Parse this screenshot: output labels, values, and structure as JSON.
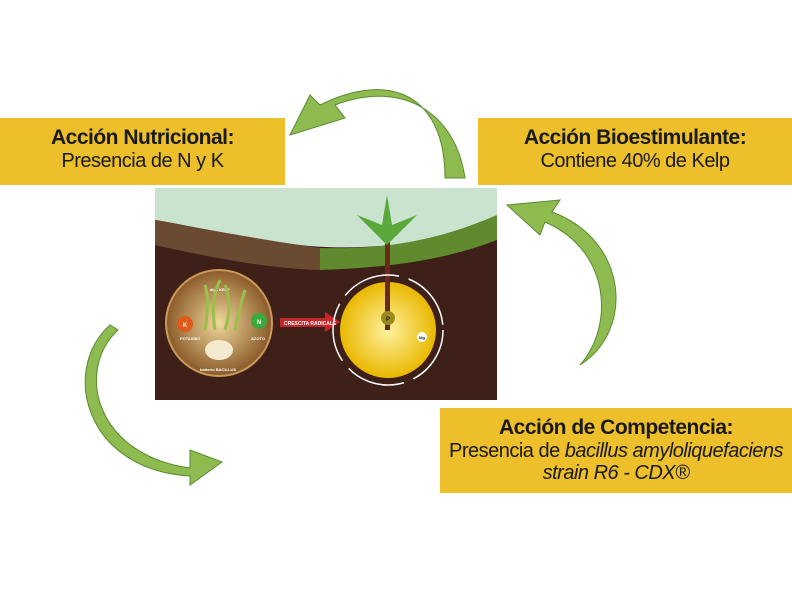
{
  "boxes": {
    "nutritional": {
      "title": "Acción Nutricional:",
      "text": "Presencia de N y K"
    },
    "biostimulant": {
      "title": "Acción Bioestimulante:",
      "text": "Contiene 40% de Kelp"
    },
    "competition": {
      "title": "Acción de Competencia:",
      "text_prefix": "Presencia de ",
      "text_italic": "bacillus amyloliquefaciens",
      "line2": "strain R6 - CDX®"
    }
  },
  "illustration": {
    "kelp": "alga KELP",
    "k": "K",
    "n": "N",
    "potassium": "POTASSIO",
    "nitrogen": "AZOTO",
    "bacteria": "batterio BACILLUS",
    "arrow": "CRESCITA RADICALE",
    "p": "P",
    "mg": "Mg"
  },
  "colors": {
    "box": "#ecbf2b",
    "arrow": "#8dbb4f",
    "soil": "#3f2018",
    "sky": "#c9e3cf"
  }
}
